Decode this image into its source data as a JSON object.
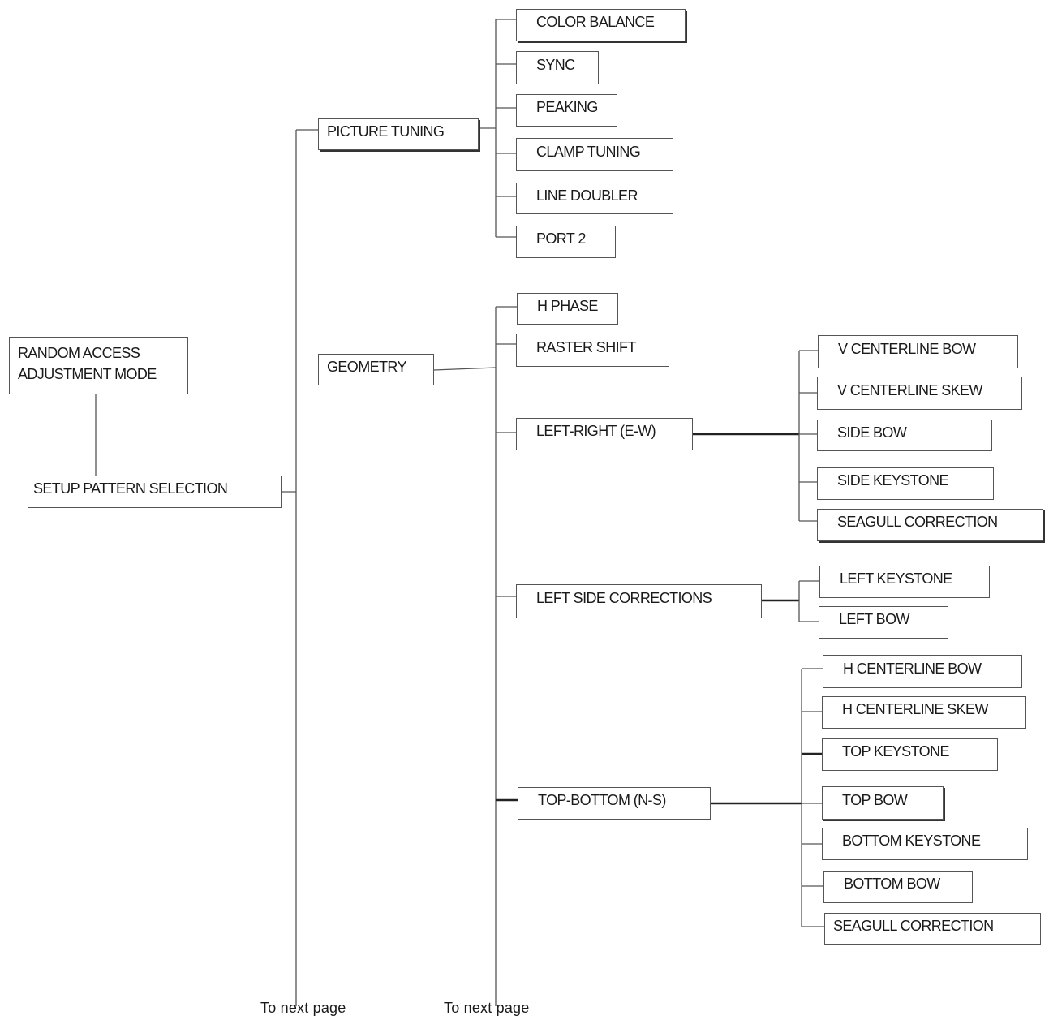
{
  "root": {
    "line1": "RANDOM ACCESS",
    "line2": "ADJUSTMENT MODE"
  },
  "setup": "SETUP PATTERN SELECTION",
  "picture_tuning": {
    "label": "PICTURE TUNING",
    "children": [
      "COLOR BALANCE",
      "SYNC",
      "PEAKING",
      "CLAMP TUNING",
      "LINE DOUBLER",
      "PORT 2"
    ]
  },
  "geometry": {
    "label": "GEOMETRY",
    "h_phase": "H PHASE",
    "raster_shift": "RASTER SHIFT",
    "left_right": {
      "label": "LEFT-RIGHT (E-W)",
      "children": [
        "V CENTERLINE BOW",
        "V CENTERLINE SKEW",
        "SIDE BOW",
        "SIDE KEYSTONE",
        "SEAGULL CORRECTION"
      ]
    },
    "left_side": {
      "label": "LEFT SIDE CORRECTIONS",
      "children": [
        "LEFT KEYSTONE",
        "LEFT BOW"
      ]
    },
    "top_bottom": {
      "label": "TOP-BOTTOM (N-S)",
      "children": [
        "H CENTERLINE BOW",
        "H CENTERLINE SKEW",
        "TOP KEYSTONE",
        "TOP BOW",
        "BOTTOM KEYSTONE",
        "BOTTOM BOW",
        "SEAGULL CORRECTION"
      ]
    }
  },
  "footer": {
    "left": "To next page",
    "right": "To next page"
  }
}
